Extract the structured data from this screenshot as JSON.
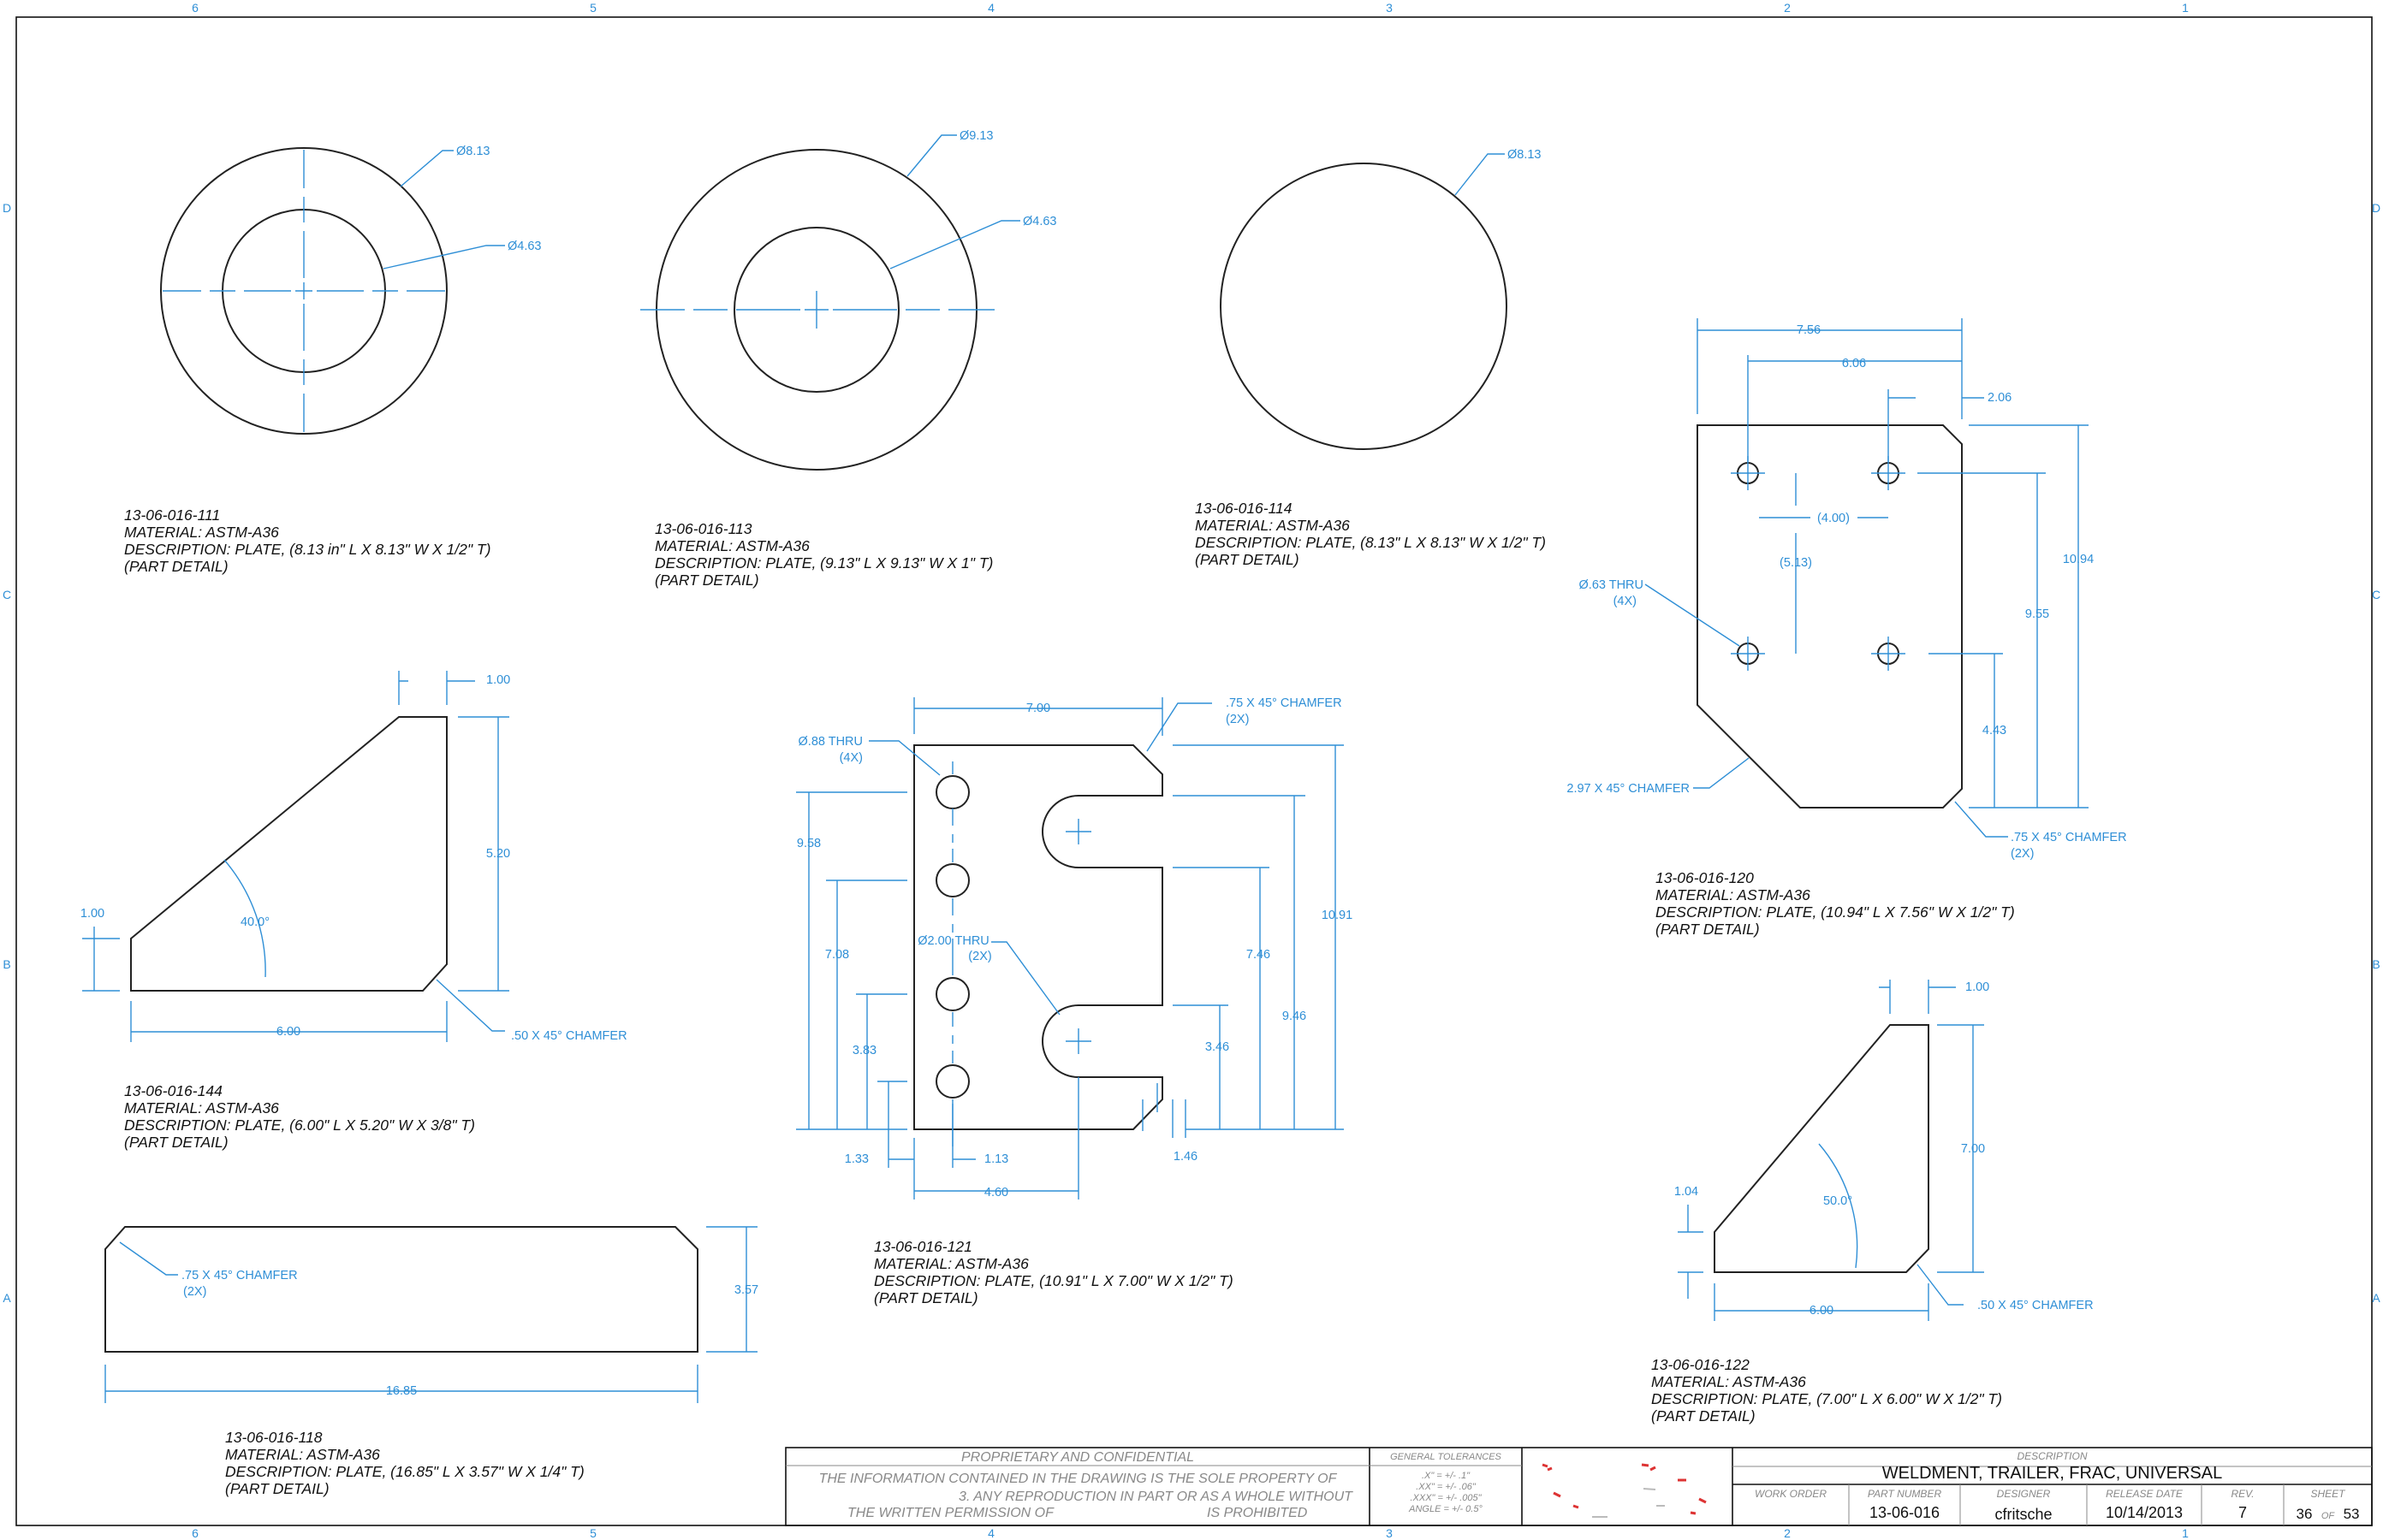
{
  "zones": {
    "columns": [
      "6",
      "5",
      "4",
      "3",
      "2",
      "1"
    ],
    "rows": [
      "D",
      "C",
      "B",
      "A"
    ]
  },
  "colors": {
    "dimension": "#2f8fd6",
    "outline": "#222222",
    "border": "#111111",
    "muted": "#888888"
  },
  "parts": {
    "p111": {
      "number": "13-06-016-111",
      "material": "MATERIAL: ASTM-A36",
      "description": "DESCRIPTION: PLATE, (8.13 in\" L X 8.13\" W X 1/2\" T)",
      "detail": "(PART DETAIL)",
      "dims": {
        "outer": "Ø8.13",
        "inner": "Ø4.63"
      }
    },
    "p113": {
      "number": "13-06-016-113",
      "material": "MATERIAL: ASTM-A36",
      "description": "DESCRIPTION: PLATE, (9.13\" L X 9.13\" W X 1\" T)",
      "detail": "(PART DETAIL)",
      "dims": {
        "outer": "Ø9.13",
        "inner": "Ø4.63"
      }
    },
    "p114": {
      "number": "13-06-016-114",
      "material": "MATERIAL: ASTM-A36",
      "description": "DESCRIPTION: PLATE, (8.13\" L X 8.13\" W X 1/2\" T)",
      "detail": "(PART DETAIL)",
      "dims": {
        "outer": "Ø8.13"
      }
    },
    "p120": {
      "number": "13-06-016-120",
      "material": "MATERIAL: ASTM-A36",
      "description": "DESCRIPTION: PLATE, (10.94\" L X 7.56\" W X 1/2\" T)",
      "detail": "(PART DETAIL)",
      "dims": {
        "w756": "7.56",
        "w606": "6.06",
        "w206": "2.06",
        "s400": "(4.00)",
        "s513": "(5.13)",
        "h1094": "10.94",
        "h955": "9.55",
        "h443": "4.43",
        "hole": "Ø.63 THRU",
        "hole_qty": "(4X)",
        "chamfer_big": "2.97 X 45° CHAMFER",
        "chamfer_small": ".75 X 45° CHAMFER",
        "chamfer_small_qty": "(2X)"
      }
    },
    "p144": {
      "number": "13-06-016-144",
      "material": "MATERIAL: ASTM-A36",
      "description": "DESCRIPTION: PLATE, (6.00\" L X 5.20\" W X 3/8\" T)",
      "detail": "(PART DETAIL)",
      "dims": {
        "top": "1.00",
        "height": "5.20",
        "left": "1.00",
        "angle": "40.0°",
        "width": "6.00",
        "chamfer": ".50 X 45° CHAMFER"
      }
    },
    "p121": {
      "number": "13-06-016-121",
      "material": "MATERIAL: ASTM-A36",
      "description": "DESCRIPTION: PLATE, (10.91\" L X 7.00\" W X 1/2\" T)",
      "detail": "(PART DETAIL)",
      "dims": {
        "w700": "7.00",
        "chamfer": ".75 X 45° CHAMFER",
        "chamfer_qty": "(2X)",
        "hole88": "Ø.88 THRU",
        "hole88_qty": "(4X)",
        "hole200": "Ø2.00 THRU",
        "hole200_qty": "(2X)",
        "h958": "9.58",
        "h708": "7.08",
        "h383": "3.83",
        "h133": "1.33",
        "w113": "1.13",
        "w460": "4.60",
        "h1091": "10.91",
        "h946": "9.46",
        "h746": "7.46",
        "h346": "3.46",
        "h146": "1.46"
      }
    },
    "p118": {
      "number": "13-06-016-118",
      "material": "MATERIAL: ASTM-A36",
      "description": "DESCRIPTION: PLATE, (16.85\" L X 3.57\" W X 1/4\" T)",
      "detail": "(PART DETAIL)",
      "dims": {
        "chamfer": ".75 X 45° CHAMFER",
        "chamfer_qty": "(2X)",
        "height": "3.57",
        "width": "16.85"
      }
    },
    "p122": {
      "number": "13-06-016-122",
      "material": "MATERIAL: ASTM-A36",
      "description": "DESCRIPTION: PLATE, (7.00\" L X 6.00\" W X 1/2\" T)",
      "detail": "(PART DETAIL)",
      "dims": {
        "top": "1.00",
        "height": "7.00",
        "left": "1.04",
        "angle": "50.0°",
        "width": "6.00",
        "chamfer": ".50 X 45° CHAMFER"
      }
    }
  },
  "title_block": {
    "proprietary_heading": "PROPRIETARY AND CONFIDENTIAL",
    "proprietary_line1": "THE INFORMATION CONTAINED IN THE DRAWING IS THE SOLE PROPERTY OF",
    "proprietary_line2": "3. ANY REPRODUCTION IN PART OR AS A WHOLE WITHOUT",
    "proprietary_line3": "THE WRITTEN PERMISSION OF",
    "proprietary_line3b": "IS PROHIBITED",
    "tolerances_heading": "GENERAL TOLERANCES",
    "tol1": ".X\" = +/- .1\"",
    "tol2": ".XX\" = +/- .06\"",
    "tol3": ".XXX\" = +/- .005\"",
    "tol4": "ANGLE = +/- 0.5°",
    "description_heading": "DESCRIPTION",
    "description": "WELDMENT, TRAILER, FRAC, UNIVERSAL",
    "work_order_heading": "WORK ORDER",
    "work_order": "",
    "part_number_heading": "PART NUMBER",
    "part_number": "13-06-016",
    "designer_heading": "DESIGNER",
    "designer": "cfritsche",
    "release_date_heading": "RELEASE DATE",
    "release_date": "10/14/2013",
    "rev_heading": "REV.",
    "rev": "7",
    "sheet_heading": "SHEET",
    "sheet": "36",
    "sheet_of": "OF",
    "sheet_total": "53"
  }
}
